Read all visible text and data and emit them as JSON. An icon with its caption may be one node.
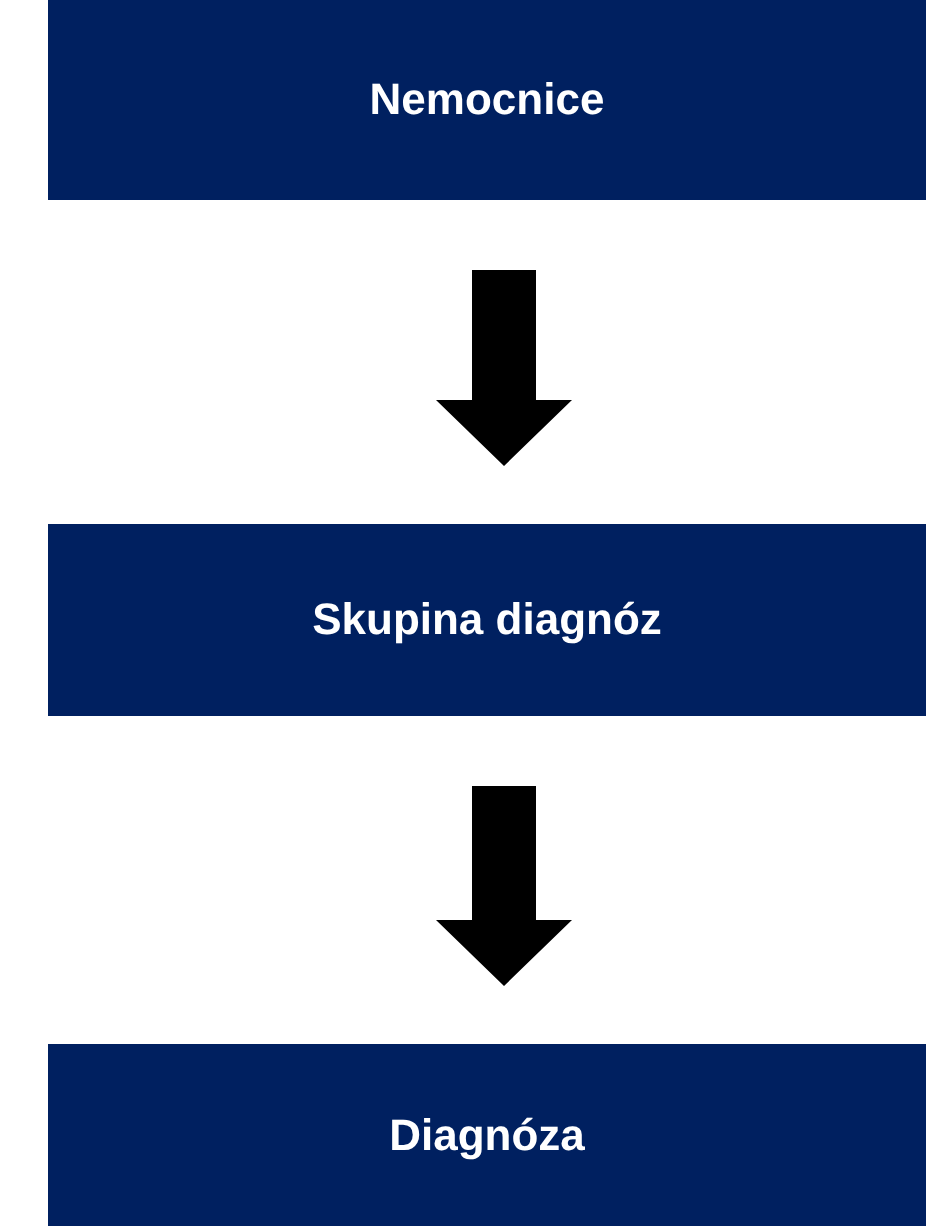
{
  "diagram": {
    "nodes": [
      {
        "text": [
          "Nemocnice"
        ]
      },
      {
        "text": [
          "Skupina diagnóz"
        ]
      },
      {
        "text": [
          "Diagnóza"
        ]
      }
    ],
    "edges": [
      {
        "from": 0,
        "to": 1,
        "arrow": "to"
      },
      {
        "from": 1,
        "to": 2,
        "arrow": "to"
      }
    ]
  }
}
